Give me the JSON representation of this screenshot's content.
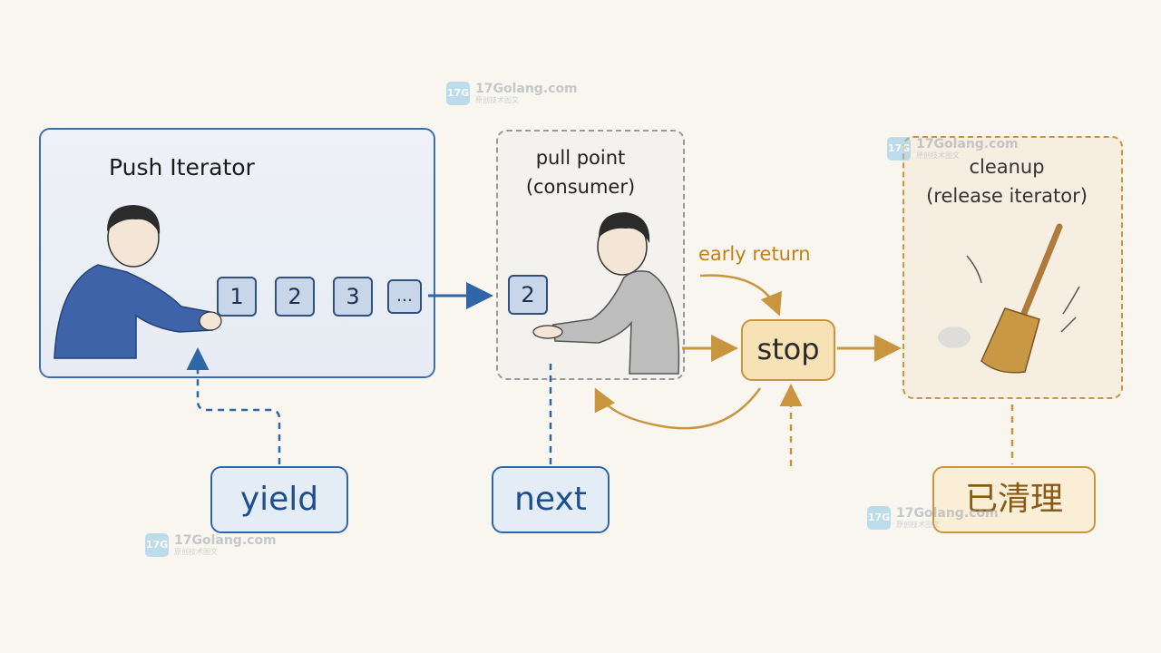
{
  "panels": {
    "push": {
      "title": "Push Iterator",
      "items": [
        "1",
        "2",
        "3",
        "…"
      ]
    },
    "pull": {
      "title_line1": "pull point",
      "title_line2": "(consumer)",
      "item": "2"
    },
    "cleanup": {
      "title_line1": "cleanup",
      "title_line2": "(release iterator)"
    }
  },
  "labels": {
    "yield": "yield",
    "next": "next",
    "stop": "stop",
    "early_return": "early return",
    "cleaned": "已清理"
  },
  "watermark": {
    "brand": "17Golang.com",
    "logo": "17G",
    "subtitle": "原创技术图文"
  },
  "colors": {
    "blue": "#2f66a8",
    "orange": "#c9953e",
    "gray": "#9a9a9a"
  },
  "icons": [
    "person-giving-icon",
    "person-receiving-icon",
    "broom-icon",
    "arrow-right-icon",
    "arrow-up-icon"
  ]
}
